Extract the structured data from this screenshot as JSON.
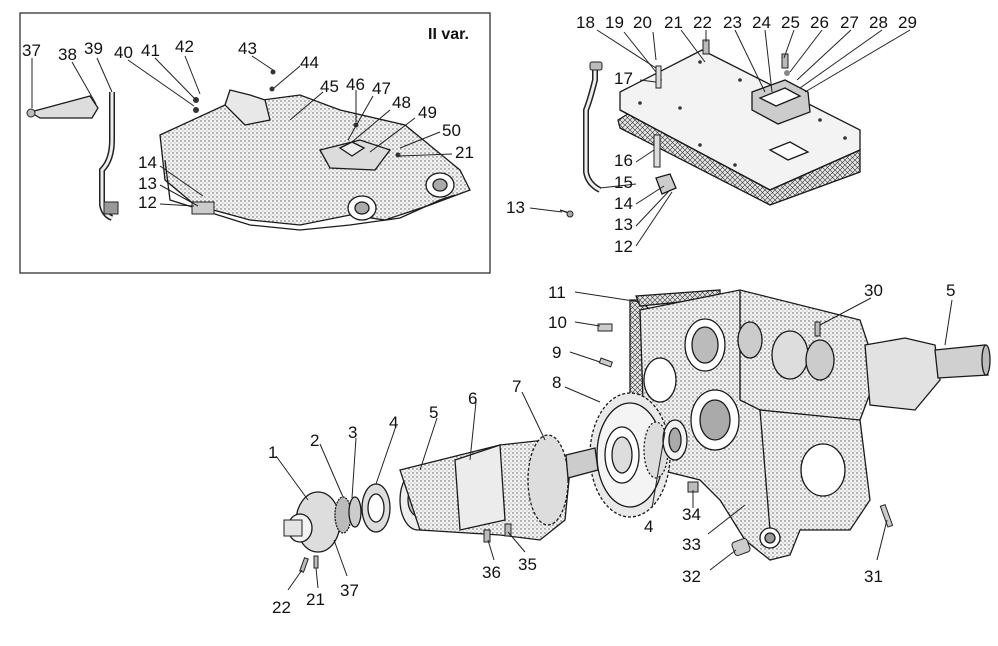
{
  "diagram": {
    "inset_variant_label": "II var.",
    "callouts": {
      "c37a": "37",
      "c38": "38",
      "c39": "39",
      "c40": "40",
      "c41": "41",
      "c42": "42",
      "c43": "43",
      "c44": "44",
      "c45": "45",
      "c46": "46",
      "c47": "47",
      "c48": "48",
      "c49": "49",
      "c50": "50",
      "c21a": "21",
      "c14a": "14",
      "c13a": "13",
      "c12a": "12",
      "c18": "18",
      "c19": "19",
      "c20": "20",
      "c21b": "21",
      "c22a": "22",
      "c23": "23",
      "c24": "24",
      "c25": "25",
      "c26": "26",
      "c27": "27",
      "c28": "28",
      "c29": "29",
      "c17": "17",
      "c16": "16",
      "c15": "15",
      "c14b": "14",
      "c13b": "13",
      "c12b": "12",
      "c13c": "13",
      "c11": "11",
      "c10": "10",
      "c9": "9",
      "c8": "8",
      "c7": "7",
      "c6": "6",
      "c5a": "5",
      "c4a": "4",
      "c3": "3",
      "c2": "2",
      "c1": "1",
      "c30": "30",
      "c5b": "5",
      "c4b": "4",
      "c34": "34",
      "c33": "33",
      "c32": "32",
      "c31": "31",
      "c36": "36",
      "c35": "35",
      "c37b": "37",
      "c21c": "21",
      "c22b": "22"
    }
  }
}
